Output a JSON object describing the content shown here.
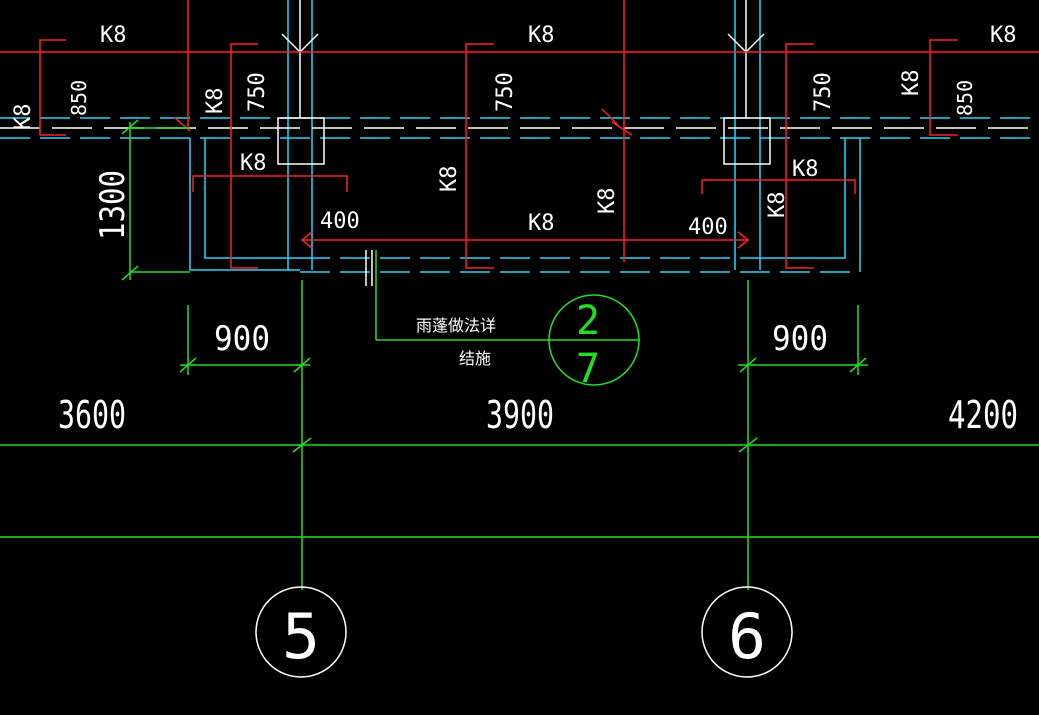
{
  "rebar_labels": {
    "k8": "K8"
  },
  "dimensions": {
    "d850": "850",
    "d750": "750",
    "d1300": "1300",
    "d400": "400",
    "d900": "900",
    "d3600": "3600",
    "d3900": "3900",
    "d4200": "4200"
  },
  "note": {
    "line1": "雨蓬做法详",
    "line2": "结施"
  },
  "detail_ref": {
    "number": "2",
    "sheet": "7"
  },
  "axes": {
    "axis5": "5",
    "axis6": "6"
  },
  "colors": {
    "rebar": "#ff2020",
    "wall": "#20d8ff",
    "grid": "#20e020",
    "text": "#ffffff",
    "background": "#000000"
  }
}
